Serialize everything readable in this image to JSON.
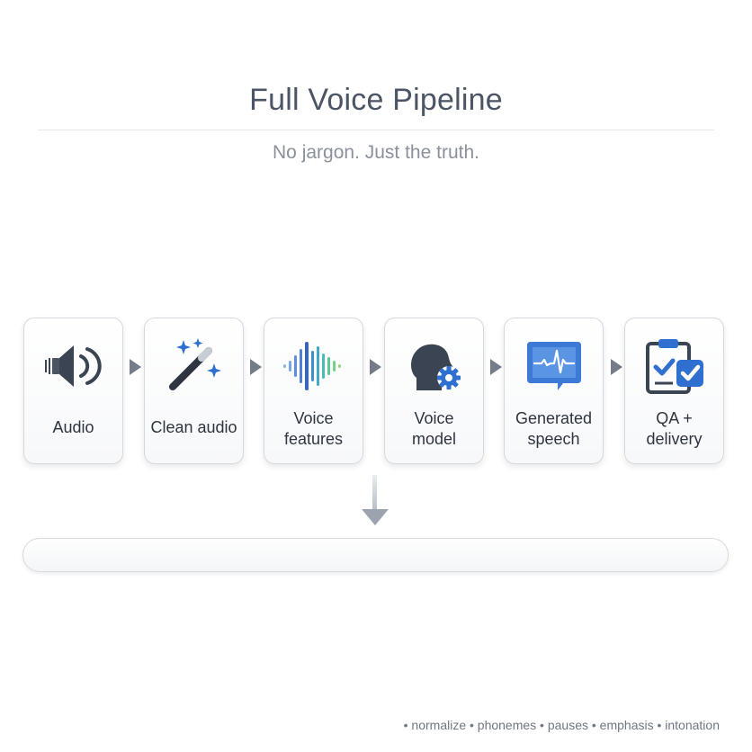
{
  "header": {
    "title": "Full Voice Pipeline",
    "subtitle": "No jargon. Just the truth."
  },
  "steps": [
    {
      "label_line1": "Audio",
      "label_line2": "",
      "icon": "speaker-icon"
    },
    {
      "label_line1": "Clean audio",
      "label_line2": "",
      "icon": "magic-wand-icon"
    },
    {
      "label_line1": "Voice",
      "label_line2": "features",
      "icon": "waveform-icon"
    },
    {
      "label_line1": "Voice",
      "label_line2": "model",
      "icon": "head-gear-icon"
    },
    {
      "label_line1": "Generated",
      "label_line2": "speech",
      "icon": "speech-wave-icon"
    },
    {
      "label_line1": "QA +",
      "label_line2": "delivery",
      "icon": "clipboard-check-icon"
    }
  ],
  "footer": {
    "text": "• normalize • phonemes • pauses • emphasis • intonation"
  },
  "colors": {
    "accent_blue": "#2f6fd0",
    "icon_dark": "#3b4452",
    "arrow_gray": "#737c88"
  }
}
